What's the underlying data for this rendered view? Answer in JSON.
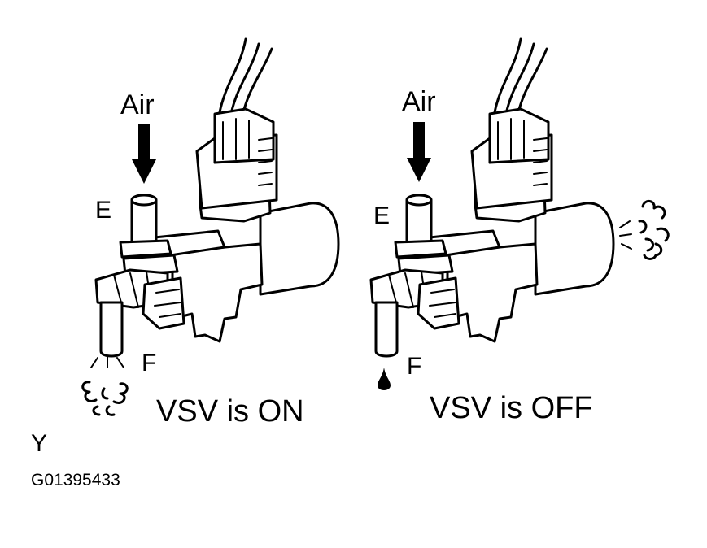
{
  "left": {
    "air_label": "Air",
    "port_e_label": "E",
    "port_f_label": "F",
    "caption": "VSV is ON"
  },
  "right": {
    "air_label": "Air",
    "port_e_label": "E",
    "port_f_label": "F",
    "caption": "VSV is OFF"
  },
  "corner_letter": "Y",
  "figure_id": "G01395433",
  "icons": [
    "down-arrow-icon",
    "air-puff-icon",
    "drop-icon"
  ]
}
